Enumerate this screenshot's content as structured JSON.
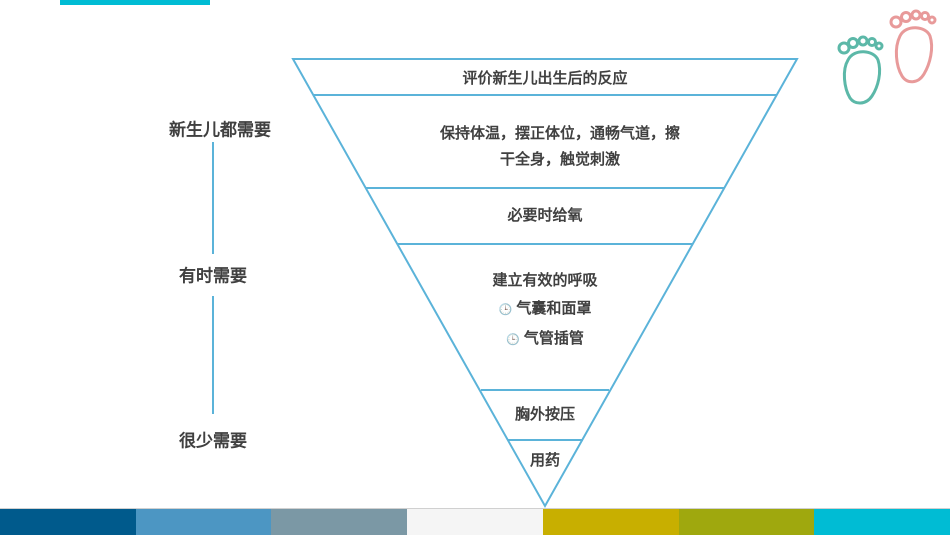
{
  "diagram": {
    "levels": [
      {
        "text": "评价新生儿出生后的反应"
      },
      {
        "text": "保持体温，摆正体位，通畅气道，擦",
        "text2": "干全身，触觉刺激"
      },
      {
        "text": "必要时给氧"
      },
      {
        "text": "建立有效的呼吸",
        "subs": [
          "气囊和面罩",
          "气管插管"
        ]
      },
      {
        "text": "胸外按压"
      },
      {
        "text": "用药"
      }
    ],
    "need_scale": {
      "top": "新生儿都需要",
      "middle": "有时需要",
      "bottom": "很少需要"
    },
    "bullet_icon": "clock-icon"
  },
  "colors": {
    "accent_top": "#00BCD4",
    "line": "#5BB3D9",
    "text": "#404040",
    "footer": [
      "#005A8C",
      "#4C96C3",
      "#7B98A5",
      "#F5F5F5",
      "#C8AF00",
      "#9FA80E",
      "#00BCD4"
    ],
    "foot_left": "#5CB8A8",
    "foot_right": "#E89A9A"
  }
}
